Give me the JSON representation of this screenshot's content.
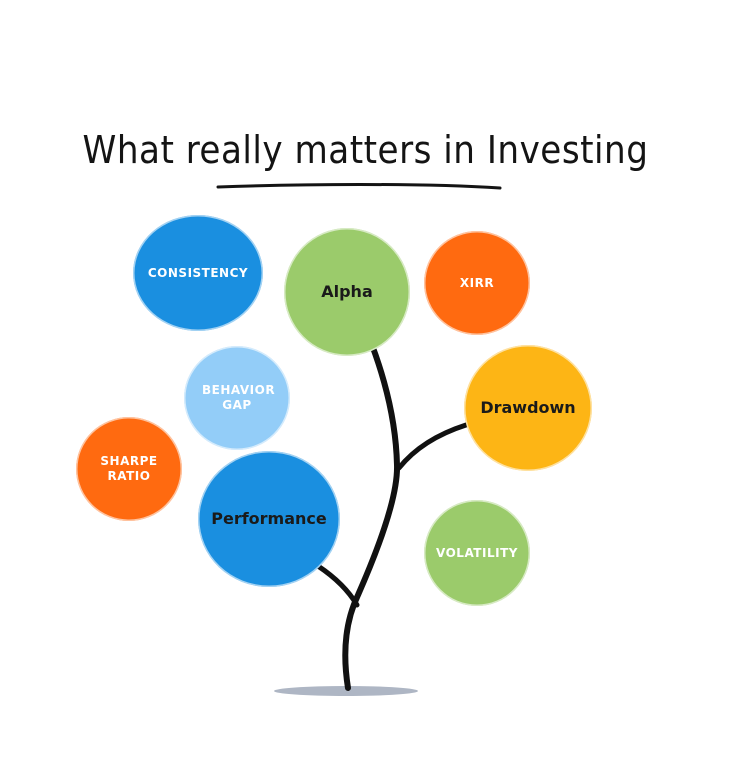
{
  "title": "What really matters in Investing",
  "colors": {
    "blue": "#1A8FE0",
    "green": "#9BCB6B",
    "orange": "#FF6A10",
    "yellow": "#FDB515",
    "light_blue": "#93CDF8",
    "trunk": "#111111",
    "ground": "#AEB6C4"
  },
  "bubbles": {
    "consistency": "Consistency",
    "alpha": "Alpha",
    "xirr": "XIRR",
    "behavior_gap": "Behavior Gap",
    "drawdown": "Drawdown",
    "sharpe_ratio": "Sharpe Ratio",
    "performance": "Performance",
    "volatility": "Volatility"
  }
}
